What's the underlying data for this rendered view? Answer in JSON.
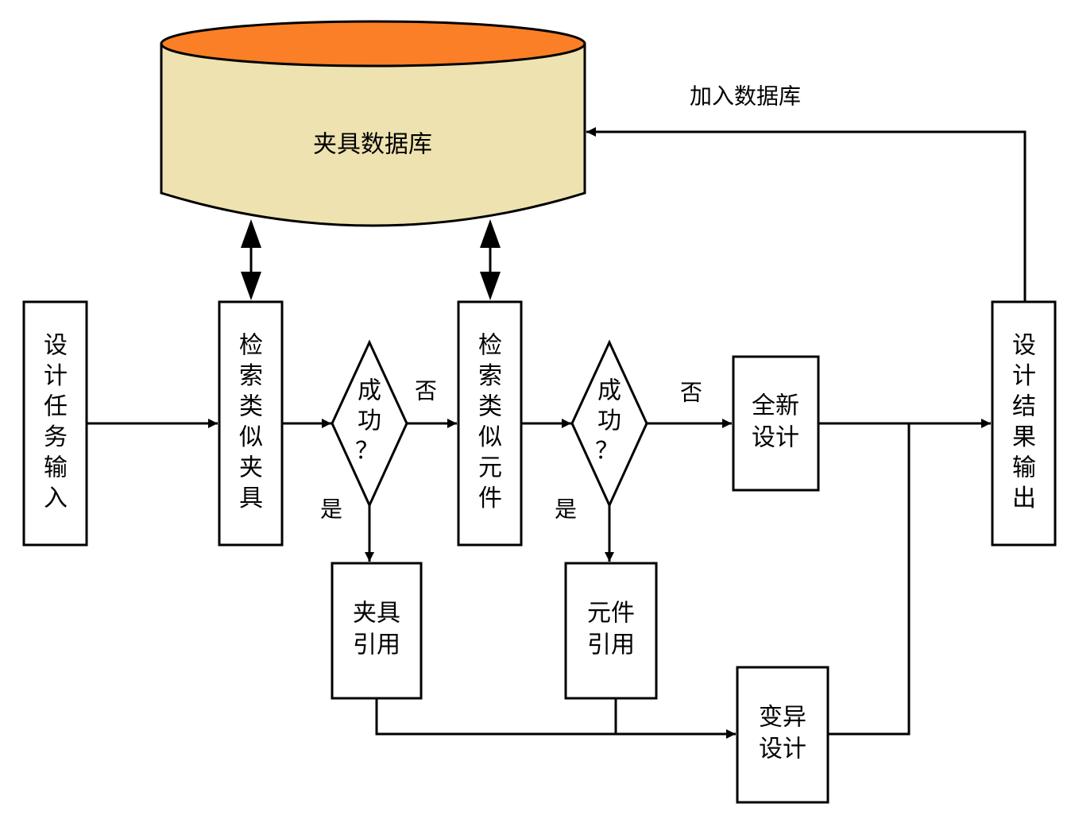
{
  "diagram": {
    "colors": {
      "db_top": "#FA7F26",
      "db_body": "#EEE3B0",
      "stroke": "#000000",
      "background": "#FFFFFF"
    },
    "database": {
      "label": "夹具数据库"
    },
    "nodes": {
      "design_input": {
        "label": "设计任务输入",
        "shape": "vertical-box"
      },
      "search_fixture": {
        "label": "检索类似夹具",
        "shape": "vertical-box"
      },
      "decision1": {
        "line1": "成",
        "line2": "功",
        "line3": "？",
        "shape": "diamond"
      },
      "search_component": {
        "label": "检索类似元件",
        "shape": "vertical-box"
      },
      "decision2": {
        "line1": "成",
        "line2": "功",
        "line3": "？",
        "shape": "diamond"
      },
      "new_design": {
        "line1": "全新",
        "line2": "设计",
        "shape": "box"
      },
      "fixture_reference": {
        "line1": "夹具",
        "line2": "引用",
        "shape": "box"
      },
      "component_reference": {
        "line1": "元件",
        "line2": "引用",
        "shape": "box"
      },
      "variant_design": {
        "line1": "变异",
        "line2": "设计",
        "shape": "box"
      },
      "design_output": {
        "label": "设计结果输出",
        "shape": "vertical-box"
      }
    },
    "edge_labels": {
      "decision1_no": "否",
      "decision1_yes": "是",
      "decision2_no": "否",
      "decision2_yes": "是",
      "add_to_db": "加入数据库"
    },
    "edges": [
      {
        "from": "design_input",
        "to": "search_fixture"
      },
      {
        "from": "database",
        "to": "search_fixture",
        "bidirectional": true
      },
      {
        "from": "search_fixture",
        "to": "decision1"
      },
      {
        "from": "decision1",
        "to": "search_component",
        "label": "否"
      },
      {
        "from": "decision1",
        "to": "fixture_reference",
        "label": "是"
      },
      {
        "from": "database",
        "to": "search_component",
        "bidirectional": true
      },
      {
        "from": "search_component",
        "to": "decision2"
      },
      {
        "from": "decision2",
        "to": "new_design",
        "label": "否"
      },
      {
        "from": "decision2",
        "to": "component_reference",
        "label": "是"
      },
      {
        "from": "fixture_reference",
        "to": "variant_design"
      },
      {
        "from": "component_reference",
        "to": "variant_design"
      },
      {
        "from": "new_design",
        "to": "design_output"
      },
      {
        "from": "variant_design",
        "to": "design_output"
      },
      {
        "from": "design_output",
        "to": "database",
        "label": "加入数据库"
      }
    ]
  }
}
